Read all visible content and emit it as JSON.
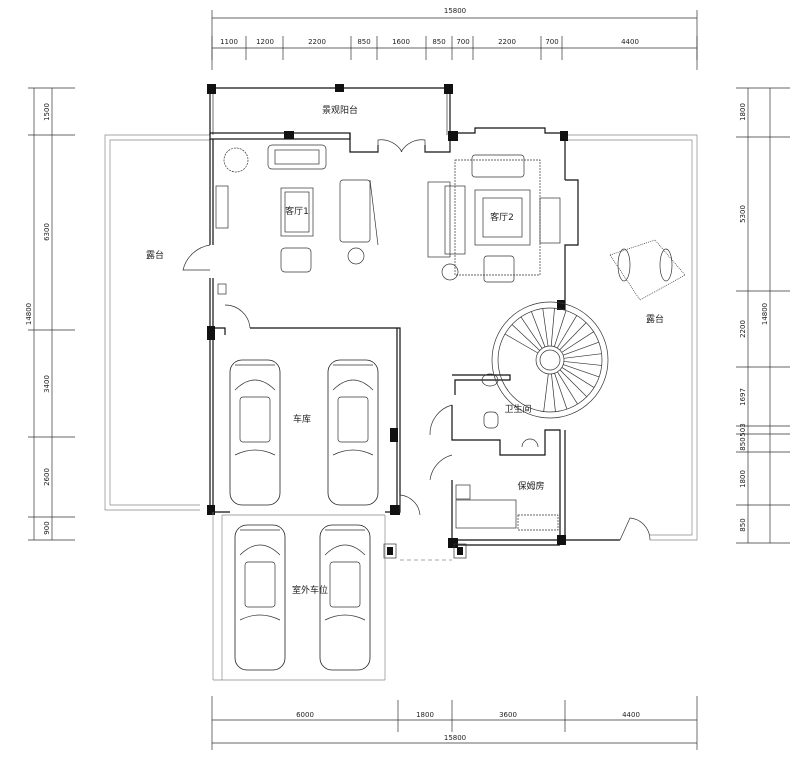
{
  "dimensions": {
    "top_total": "15800",
    "top_segments": [
      "1100",
      "1200",
      "2200",
      "850",
      "1600",
      "850",
      "700",
      "2200",
      "700",
      "4400"
    ],
    "left_total": "14800",
    "left_segments": [
      "1500",
      "6300",
      "3400",
      "2600",
      "900"
    ],
    "right_total": "14800",
    "right_segments": [
      "1800",
      "5300",
      "2200",
      "1697",
      "503",
      "850",
      "1800",
      "850"
    ],
    "bottom_segments": [
      "6000",
      "1800",
      "3600",
      "4400"
    ],
    "bottom_total": "15800"
  },
  "rooms": {
    "balcony": "景观阳台",
    "living1": "客厅1",
    "living2": "客厅2",
    "terrace_left": "露台",
    "terrace_right": "露台",
    "garage": "车库",
    "bathroom": "卫生间",
    "maid_room": "保姆房",
    "outdoor_parking": "室外车位"
  }
}
